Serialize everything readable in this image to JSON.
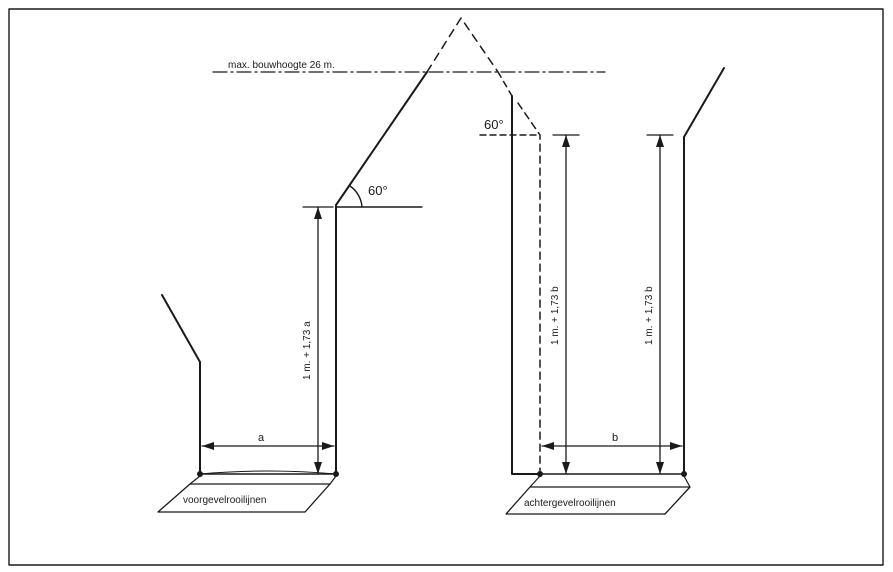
{
  "labels": {
    "max_height": "max. bouwhoogte 26 m.",
    "angle_front": "60°",
    "angle_back": "60°",
    "dim_front_vertical": "1 m. + 1,73 a",
    "dim_back_vertical_1": "1 m. + 1,73 b",
    "dim_back_vertical_2": "1 m. + 1,73 b",
    "dim_front_horizontal": "a",
    "dim_back_horizontal": "b",
    "front_line": "voorgevelrooilijnen",
    "back_line": "achtergevelrooilijnen"
  },
  "colors": {
    "ink": "#1a1a1a",
    "paper": "#ffffff"
  }
}
